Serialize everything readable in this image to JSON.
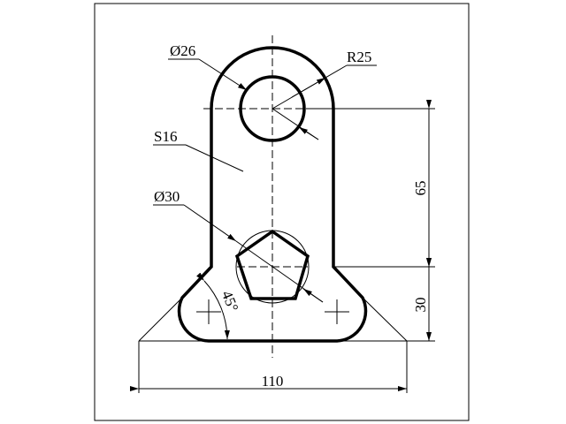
{
  "drawing": {
    "labels": {
      "hole_top": "Ø26",
      "radius_top": "R25",
      "thickness": "S16",
      "circle_bottom": "Ø30",
      "angle": "45°",
      "dim_height_upper": "65",
      "dim_height_lower": "30",
      "dim_width": "110"
    }
  }
}
